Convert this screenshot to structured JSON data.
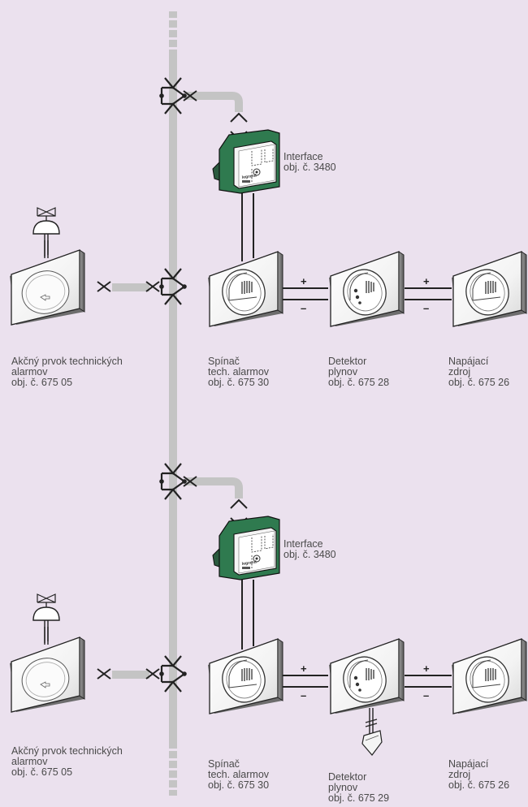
{
  "section1": {
    "interface": {
      "name": "Interface",
      "ref": "obj. č. 3480"
    },
    "actuator": {
      "line1": "Akčný prvok technických",
      "line2": "alarmov",
      "ref": "obj. č. 675 05"
    },
    "switch": {
      "line1": "Spínač",
      "line2": "tech. alarmov",
      "ref": "obj. č. 675 30"
    },
    "detector": {
      "line1": "Detektor",
      "line2": "plynov",
      "ref": "obj. č. 675 28"
    },
    "power": {
      "line1": "Napájací",
      "line2": "zdroj",
      "ref": "obj. č. 675 26"
    }
  },
  "section2": {
    "interface": {
      "name": "Interface",
      "ref": "obj. č. 3480"
    },
    "actuator": {
      "line1": "Akčný prvok technických",
      "line2": "alarmov",
      "ref": "obj. č. 675 05"
    },
    "switch": {
      "line1": "Spínač",
      "line2": "tech. alarmov",
      "ref": "obj. č. 675 30"
    },
    "detector": {
      "line1": "Detektor",
      "line2": "plynov",
      "ref": "obj. č. 675 29"
    },
    "power": {
      "line1": "Napájací",
      "line2": "zdroj",
      "ref": "obj. č. 675 26"
    }
  },
  "polarity": {
    "plus": "+",
    "minus": "–"
  },
  "interface_brand": "legrand"
}
